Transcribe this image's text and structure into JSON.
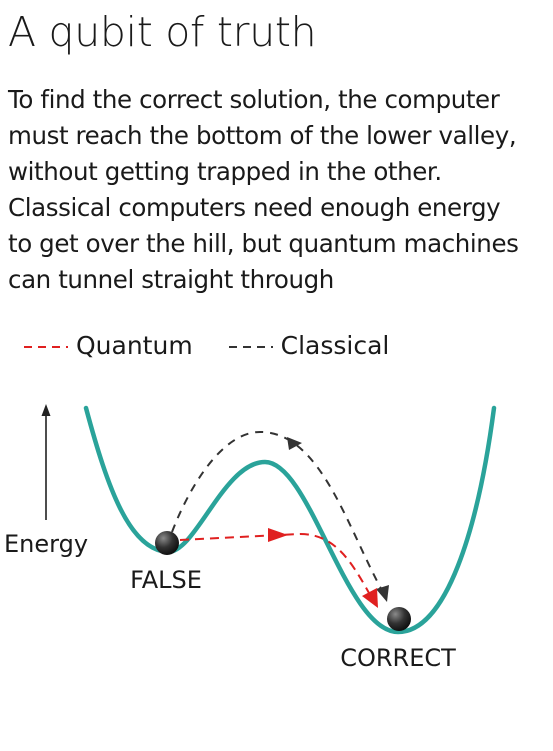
{
  "title": "A qubit of truth",
  "description_lines": [
    "To find the correct solution, the computer",
    "must reach the bottom of the lower valley,",
    "without getting trapped in the other.",
    "Classical computers need enough energy",
    "to get over the hill, but quantum machines",
    "can tunnel straight through"
  ],
  "legend": {
    "quantum": "Quantum",
    "classical": "Classical"
  },
  "labels": {
    "energy": "Energy",
    "false_state": "FALSE",
    "correct_state": "CORRECT"
  },
  "colors": {
    "curve": "#2aa39a",
    "quantum": "#e02020",
    "classical": "#333333",
    "ball": "#2b2b2b"
  }
}
